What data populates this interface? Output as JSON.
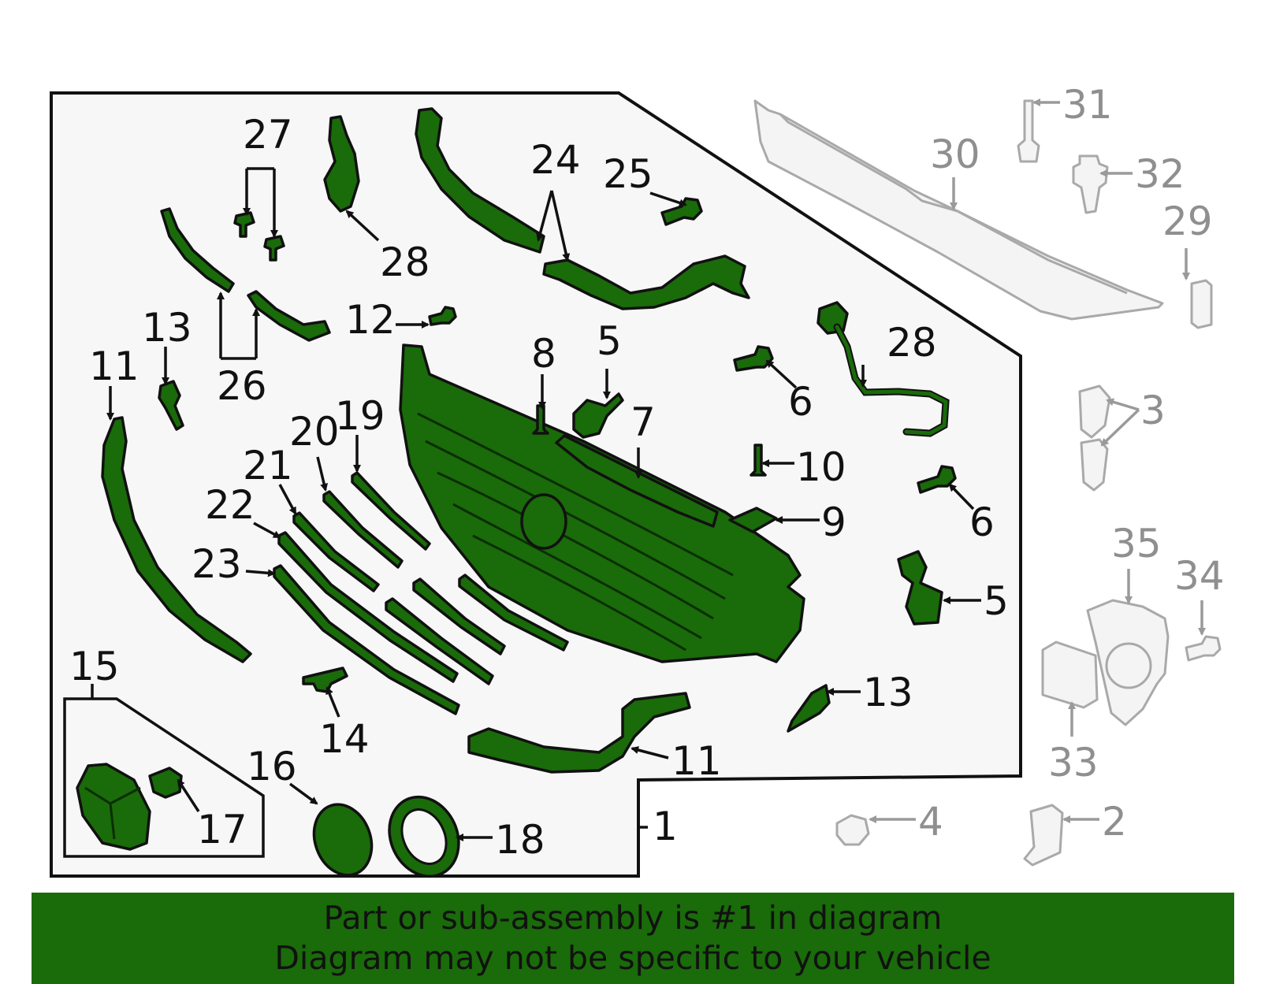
{
  "colors": {
    "part_fill": "#1a6b0a",
    "banner_fill": "#1a6b0a",
    "panel_fill": "#f7f7f7",
    "outline": "#111111",
    "gray_part": "#a9a9a9",
    "gray_label": "#8f8f8f"
  },
  "callouts": {
    "c1": "1",
    "c2": "2",
    "c3": "3",
    "c4": "4",
    "c5a": "5",
    "c5b": "5",
    "c6a": "6",
    "c6b": "6",
    "c7": "7",
    "c8": "8",
    "c9": "9",
    "c10": "10",
    "c11a": "11",
    "c11b": "11",
    "c12": "12",
    "c13a": "13",
    "c13b": "13",
    "c14": "14",
    "c15": "15",
    "c16": "16",
    "c17": "17",
    "c18": "18",
    "c19": "19",
    "c20": "20",
    "c21": "21",
    "c22": "22",
    "c23": "23",
    "c24": "24",
    "c25": "25",
    "c26": "26",
    "c27": "27",
    "c28a": "28",
    "c28b": "28",
    "c29": "29",
    "c30": "30",
    "c31": "31",
    "c32": "32",
    "c33": "33",
    "c34": "34",
    "c35": "35"
  },
  "banner": {
    "line1": "Part or sub-assembly is #1 in diagram",
    "line2": "Diagram may not be specific to your vehicle"
  }
}
